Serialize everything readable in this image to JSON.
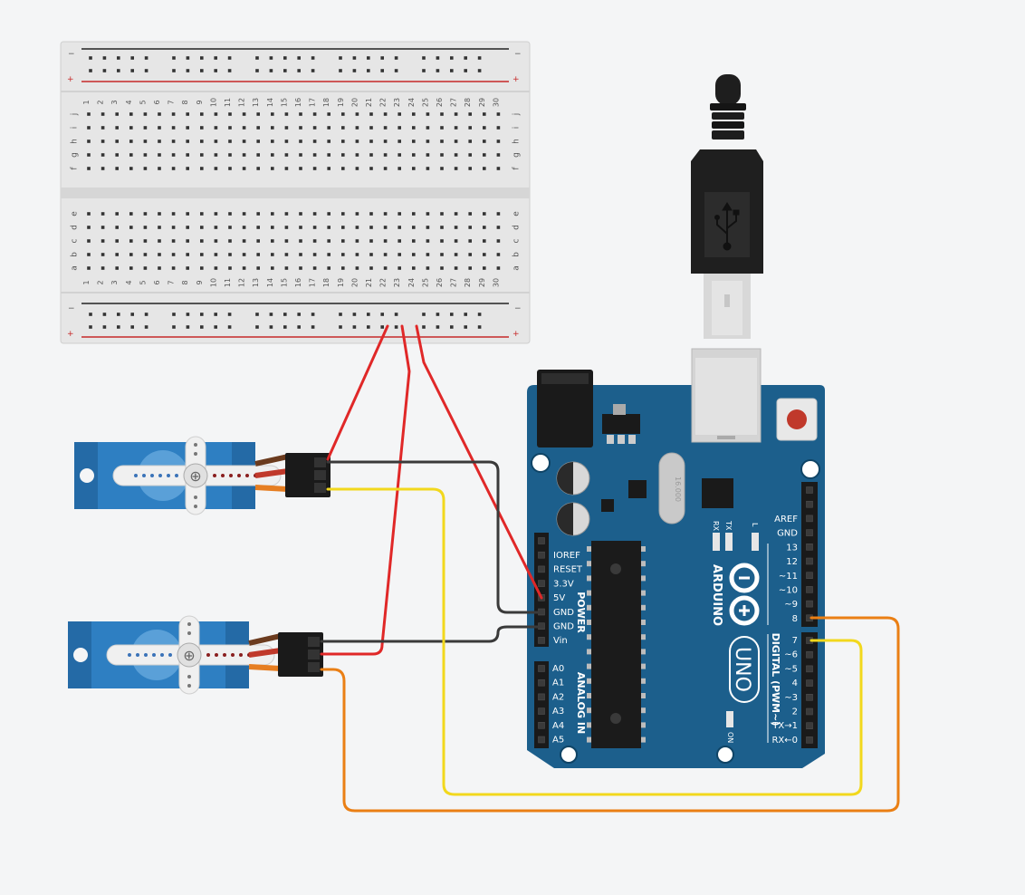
{
  "breadboard": {
    "columns": [
      "1",
      "2",
      "3",
      "4",
      "5",
      "6",
      "7",
      "8",
      "9",
      "10",
      "11",
      "12",
      "13",
      "14",
      "15",
      "16",
      "17",
      "18",
      "19",
      "20",
      "21",
      "22",
      "23",
      "24",
      "25",
      "26",
      "27",
      "28",
      "29",
      "30"
    ],
    "rows_top": [
      "j",
      "i",
      "h",
      "g",
      "f"
    ],
    "rows_bottom": [
      "e",
      "d",
      "c",
      "b",
      "a"
    ],
    "rail_minus": "−",
    "rail_plus": "+"
  },
  "arduino": {
    "brand": "ARDUINO",
    "model": "UNO",
    "power_header_label": "POWER",
    "analog_header_label": "ANALOG IN",
    "digital_header_label": "DIGITAL (PWM~)",
    "on_label": "ON",
    "led_labels": [
      "RX",
      "TX",
      "L"
    ],
    "crystal_label": "16.000",
    "power_pins": [
      "IOREF",
      "RESET",
      "3.3V",
      "5V",
      "GND",
      "GND",
      "Vin"
    ],
    "analog_pins": [
      "A0",
      "A1",
      "A2",
      "A3",
      "A4",
      "A5"
    ],
    "digital_pins": [
      "AREF",
      "GND",
      "13",
      "12",
      "~11",
      "~10",
      "~9",
      "8",
      "7",
      "~6",
      "~5",
      "4",
      "~3",
      "2",
      "TX→1",
      "RX←0"
    ]
  },
  "colors": {
    "canvas_bg": "#f4f5f6",
    "board_blue": "#1c5f8c",
    "wire_red": "#e02828",
    "wire_black": "#3a3a3a",
    "wire_yellow": "#f2d81d",
    "wire_orange": "#ea7f14",
    "servo_blue": "#2e7fc2"
  },
  "icons": [
    "usb-icon",
    "arduino-infinity-logo-icon"
  ]
}
